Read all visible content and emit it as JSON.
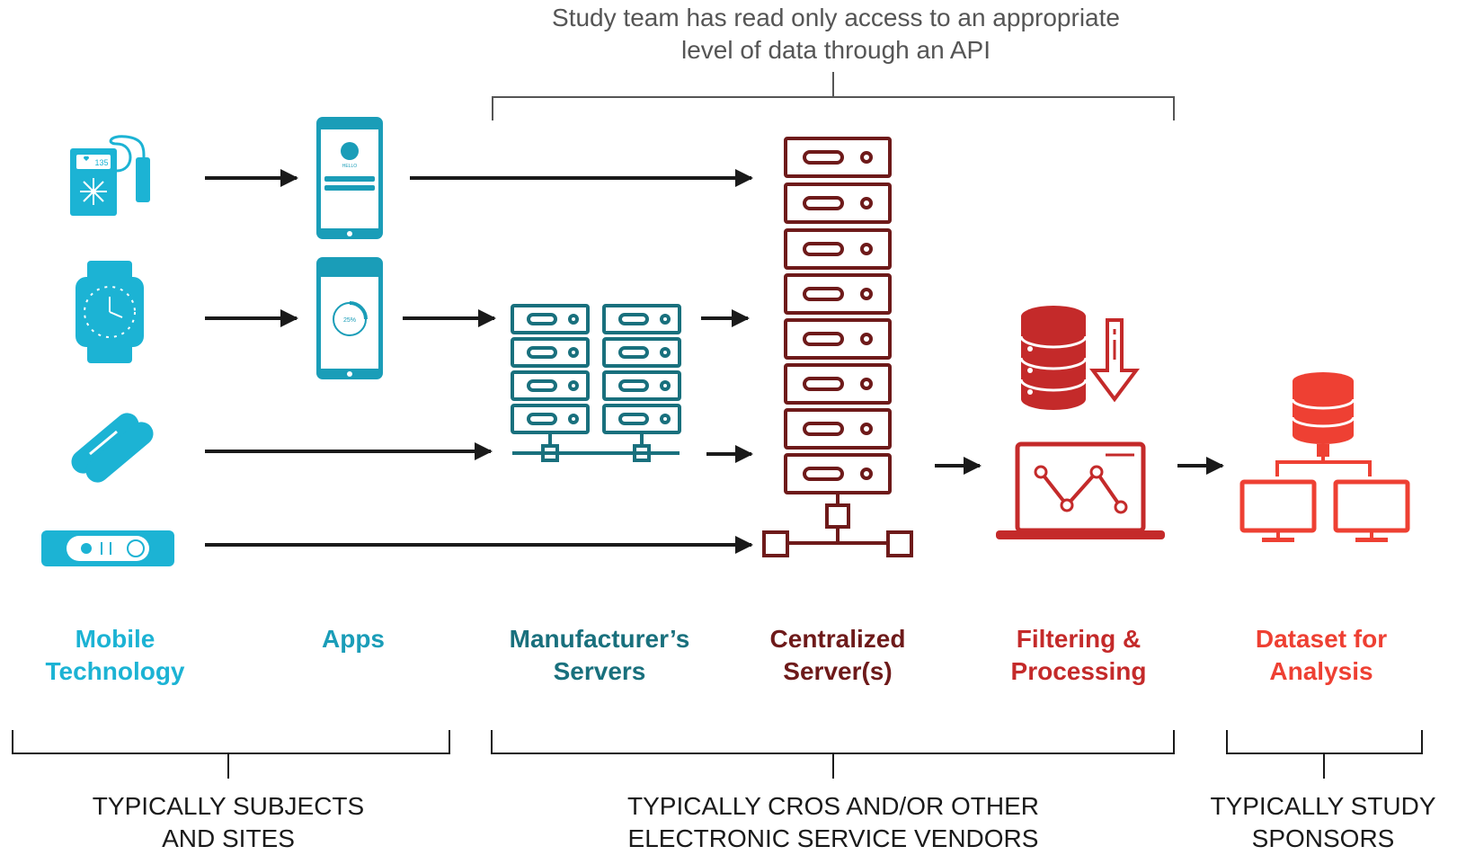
{
  "top_note": {
    "line1": "Study team has read only access to an appropriate",
    "line2": "level of data through an API"
  },
  "stages": [
    {
      "line1": "Mobile",
      "line2": "Technology",
      "color": "#1cb3d4"
    },
    {
      "line1": "Apps",
      "line2": "",
      "color": "#1a9db8"
    },
    {
      "line1": "Manufacturer’s",
      "line2": "Servers",
      "color": "#19707d"
    },
    {
      "line1": "Centralized",
      "line2": "Server(s)",
      "color": "#6e1a1a"
    },
    {
      "line1": "Filtering &",
      "line2": "Processing",
      "color": "#c42a2a"
    },
    {
      "line1": "Dataset for",
      "line2": "Analysis",
      "color": "#ee4033"
    }
  ],
  "groups": [
    {
      "line1": "TYPICALLY SUBJECTS",
      "line2": "AND SITES"
    },
    {
      "line1": "TYPICALLY CROS AND/OR OTHER",
      "line2": "ELECTRONIC SERVICE VENDORS"
    },
    {
      "line1": "TYPICALLY STUDY",
      "line2": "SPONSORS"
    }
  ],
  "device_texts": {
    "glucose_reading": "135",
    "phone_greeting": "HELLO",
    "progress_percent": "25%"
  },
  "icons": [
    "glucose-monitor-icon",
    "smartwatch-icon",
    "pill-capsules-icon",
    "fitness-band-icon",
    "smartphone-login-icon",
    "smartphone-progress-icon",
    "server-rack-pair-icon",
    "central-server-rack-icon",
    "database-download-icon",
    "laptop-chart-icon",
    "database-network-icon"
  ]
}
